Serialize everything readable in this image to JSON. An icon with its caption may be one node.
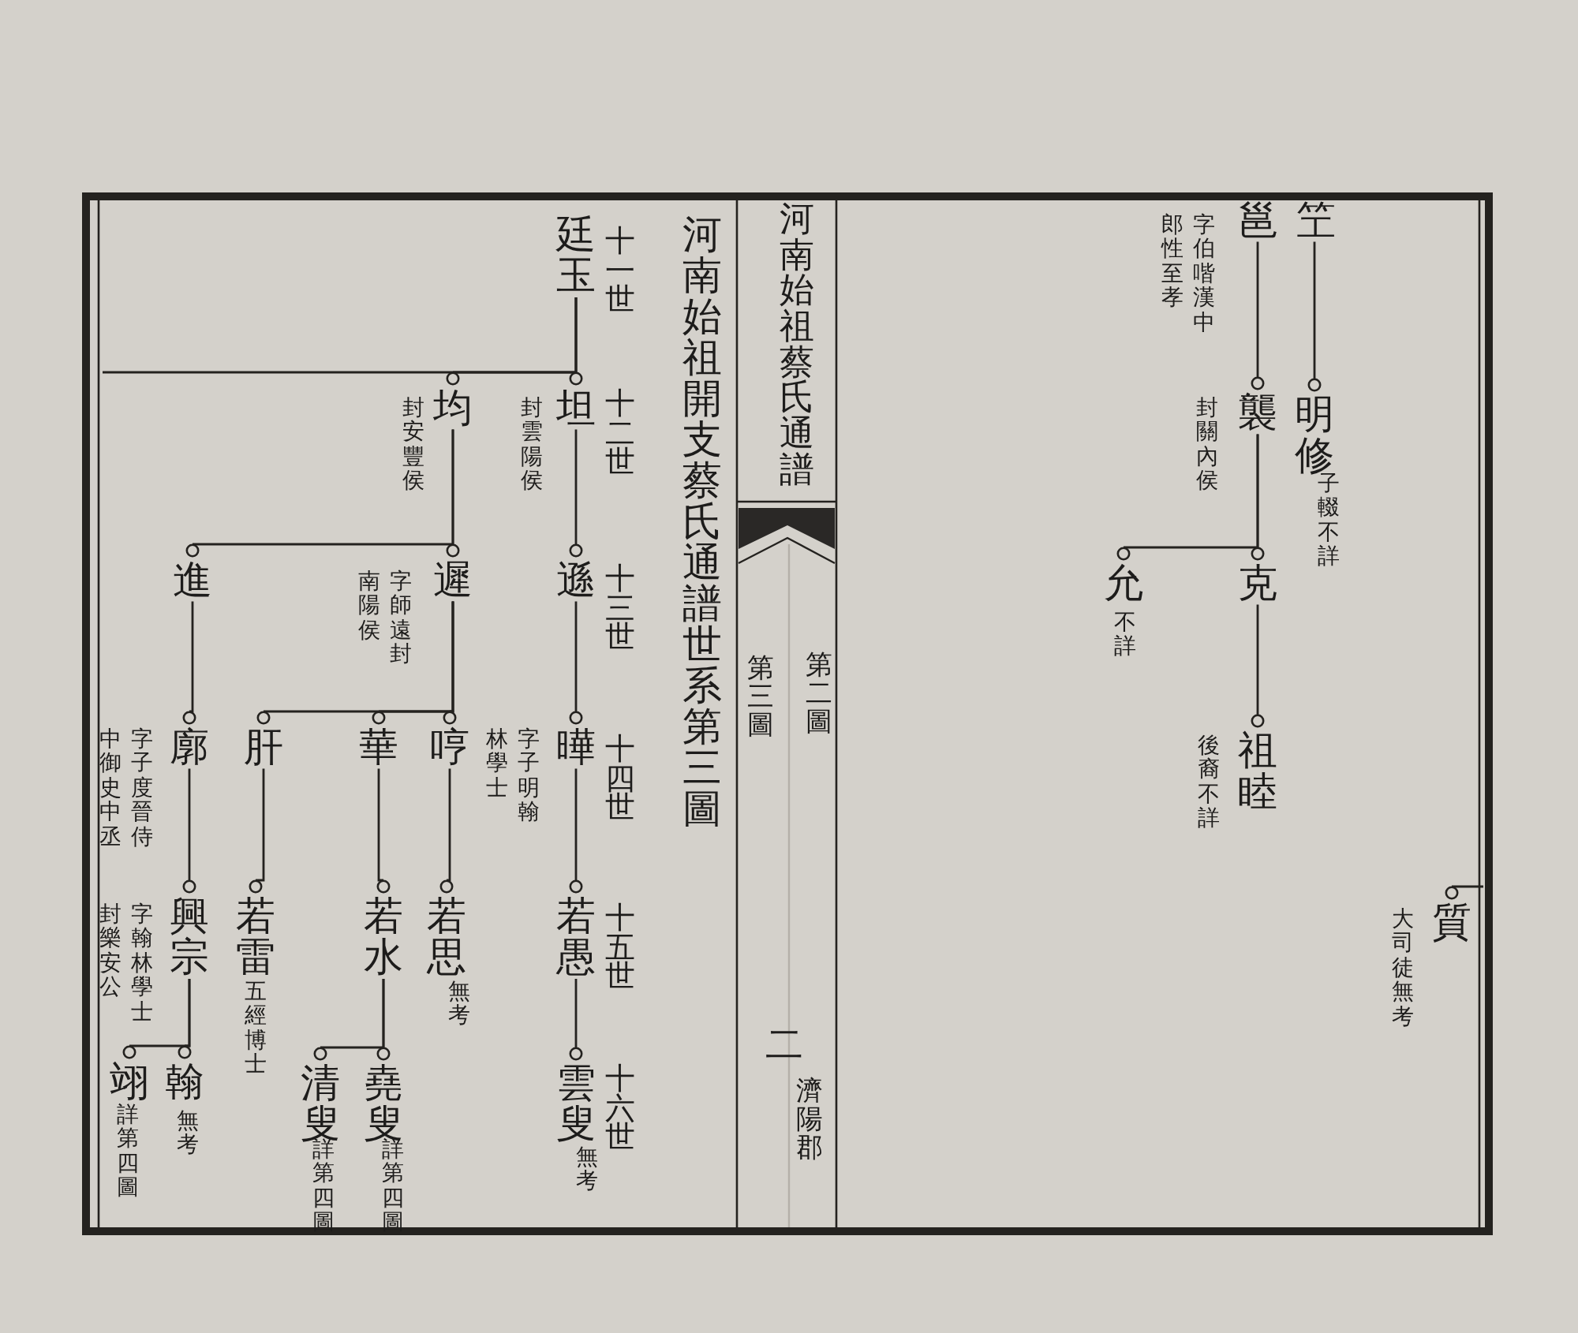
{
  "diagram": {
    "title": "河南始祖開支蔡氏通譜世系第三圖",
    "nodes": [
      {
        "text": [
          "笁"
        ]
      },
      {
        "text": [
          "邕"
        ],
        "beside": [
          "字伯喈漢中郎性至孝"
        ]
      },
      {
        "text": [
          "明修"
        ],
        "beside": [
          "子輟不詳"
        ]
      },
      {
        "text": [
          "襲"
        ],
        "beside": [
          "封關內侯"
        ]
      },
      {
        "text": [
          "克"
        ]
      },
      {
        "text": [
          "允"
        ],
        "beside": [
          "不詳"
        ]
      },
      {
        "text": [
          "祖睦"
        ],
        "beside": [
          "後裔不詳"
        ]
      },
      {
        "text": [
          "質"
        ],
        "beside": [
          "大司徒無考"
        ]
      },
      {
        "text": [
          "廷玉"
        ]
      },
      {
        "text": [
          "坦"
        ],
        "beside": [
          "封雲陽侯"
        ]
      },
      {
        "text": [
          "均"
        ],
        "beside": [
          "封安豐侯"
        ]
      },
      {
        "text": [
          "遜"
        ]
      },
      {
        "text": [
          "遲"
        ],
        "beside": [
          "字師遠封南陽侯"
        ]
      },
      {
        "text": [
          "進"
        ]
      },
      {
        "text": [
          "曄"
        ],
        "beside": [
          "字子明翰林學士"
        ]
      },
      {
        "text": [
          "哼"
        ]
      },
      {
        "text": [
          "華"
        ]
      },
      {
        "text": [
          "肝"
        ]
      },
      {
        "text": [
          "廓"
        ],
        "beside": [
          "字子度晉侍中御史中丞"
        ]
      },
      {
        "text": [
          "若愚"
        ]
      },
      {
        "text": [
          "若思"
        ],
        "beside": [
          "無考"
        ]
      },
      {
        "text": [
          "若水"
        ]
      },
      {
        "text": [
          "若雷"
        ],
        "beside": [
          "五經博士"
        ]
      },
      {
        "text": [
          "興宗"
        ],
        "beside": [
          "字翰林學士封樂安公"
        ]
      },
      {
        "text": [
          "雲叟"
        ],
        "beside": [
          "無考"
        ]
      },
      {
        "text": [
          "堯叟"
        ],
        "beside": [
          "詳第四圖"
        ]
      },
      {
        "text": [
          "清叟"
        ],
        "beside": [
          "詳第四圖"
        ]
      },
      {
        "text": [
          "翰"
        ],
        "beside": [
          "無考"
        ]
      },
      {
        "text": [
          "翊"
        ],
        "beside": [
          "詳第四圖"
        ]
      }
    ],
    "edges": [
      {
        "from": 0,
        "to": 2,
        "arrow": "other"
      },
      {
        "from": 1,
        "to": 3,
        "arrow": "other"
      },
      {
        "from": 3,
        "to": 4,
        "arrow": "other"
      },
      {
        "from": 3,
        "to": 5,
        "arrow": "other"
      },
      {
        "from": 4,
        "to": 6,
        "arrow": "other"
      },
      {
        "from": null,
        "to": 7,
        "arrow": "other"
      },
      {
        "from": 8,
        "to": 9,
        "arrow": "other"
      },
      {
        "from": 8,
        "to": 10,
        "arrow": "other"
      },
      {
        "from": 8,
        "to": null,
        "arrow": "none"
      },
      {
        "from": 9,
        "to": 11,
        "arrow": "other"
      },
      {
        "from": 10,
        "to": 12,
        "arrow": "other"
      },
      {
        "from": 10,
        "to": 13,
        "arrow": "other"
      },
      {
        "from": 11,
        "to": 14,
        "arrow": "other"
      },
      {
        "from": 12,
        "to": 15,
        "arrow": "other"
      },
      {
        "from": 12,
        "to": 16,
        "arrow": "other"
      },
      {
        "from": 12,
        "to": 17,
        "arrow": "other"
      },
      {
        "from": 13,
        "to": 18,
        "arrow": "other"
      },
      {
        "from": 14,
        "to": 19,
        "arrow": "other"
      },
      {
        "from": 15,
        "to": 20,
        "arrow": "other"
      },
      {
        "from": 16,
        "to": 21,
        "arrow": "other"
      },
      {
        "from": 17,
        "to": 22,
        "arrow": "other"
      },
      {
        "from": 18,
        "to": 23,
        "arrow": "other"
      },
      {
        "from": 19,
        "to": 24,
        "arrow": "other"
      },
      {
        "from": 21,
        "to": 25,
        "arrow": "other"
      },
      {
        "from": 21,
        "to": 26,
        "arrow": "other"
      },
      {
        "from": 23,
        "to": 27,
        "arrow": "other"
      },
      {
        "from": 23,
        "to": 28,
        "arrow": "other"
      }
    ],
    "labels": [
      "河南始祖蔡氏通譜",
      "第二圖",
      "第三圖",
      "二",
      "濟陽郡",
      "十一世",
      "十二世",
      "十三世",
      "十四世",
      "十五世",
      "十六世"
    ]
  }
}
